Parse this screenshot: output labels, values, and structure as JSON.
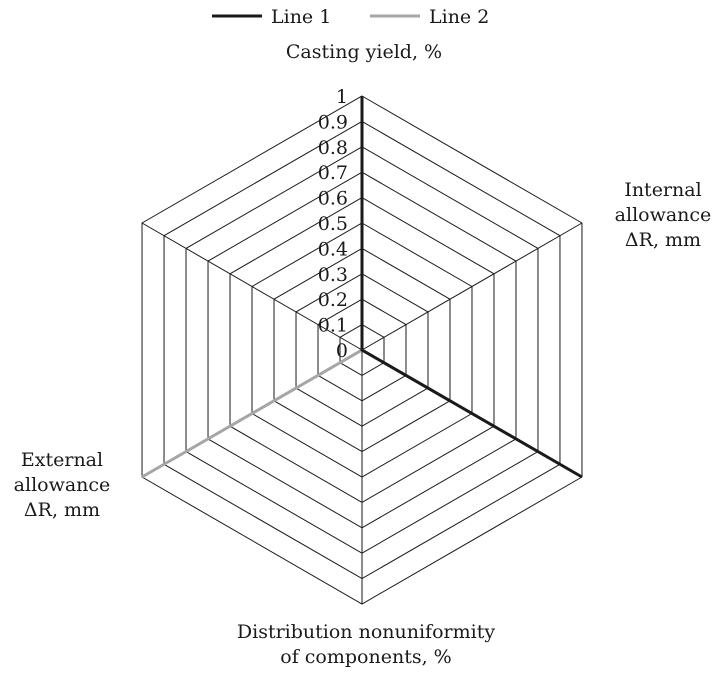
{
  "chart_data": {
    "type": "radar",
    "axes": [
      {
        "lines": [
          "Casting yield, %"
        ]
      },
      {
        "lines": [
          "Internal",
          "allowance",
          "ΔR, mm"
        ]
      },
      {
        "lines": [
          "",
          "",
          ""
        ]
      },
      {
        "lines": [
          "Distribution nonuniformity",
          "of components, %"
        ]
      },
      {
        "lines": [
          "External",
          "allowance",
          "ΔR, mm"
        ]
      },
      {
        "lines": [
          "",
          "",
          ""
        ]
      }
    ],
    "ticks": [
      "0",
      "0.1",
      "0.2",
      "0.3",
      "0.4",
      "0.5",
      "0.6",
      "0.7",
      "0.8",
      "0.9",
      "1"
    ],
    "rlim": [
      0,
      1
    ],
    "legend_position": "top",
    "series": [
      {
        "name": "Line 1",
        "color": "#1a1a1a",
        "values": [
          1.0,
          0.0,
          1.0,
          0.0,
          0.0,
          0.0
        ]
      },
      {
        "name": "Line 2",
        "color": "#a6a6a6",
        "values": [
          0.92,
          0.0,
          0.41,
          0.0,
          1.0,
          0.0
        ]
      }
    ]
  }
}
